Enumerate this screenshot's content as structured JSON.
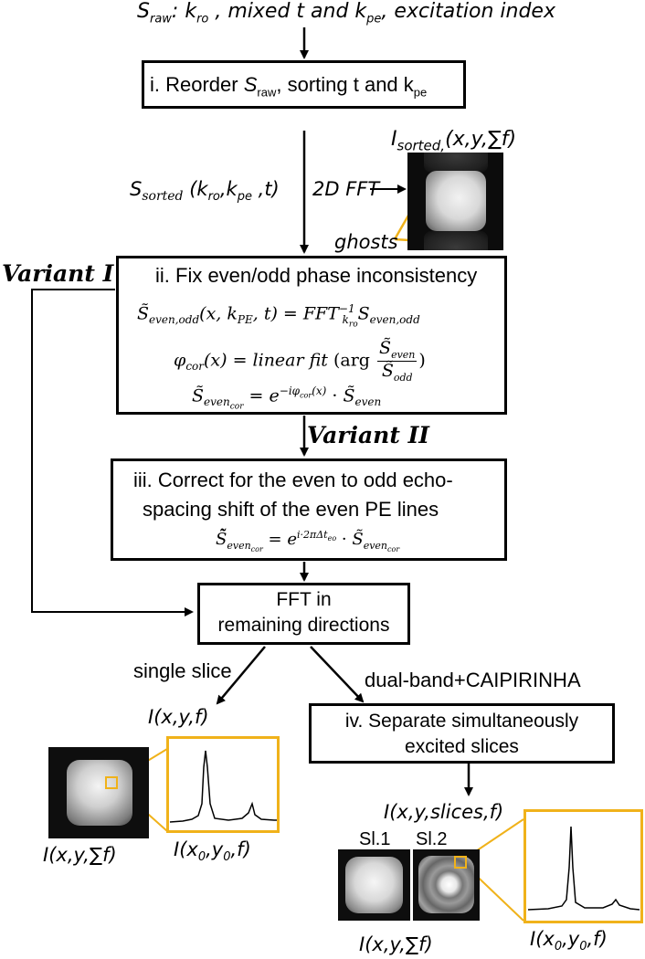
{
  "header": {
    "s_raw": "S",
    "s_raw_sub": "raw",
    "s_raw_rest": ":  k",
    "kro_sub": "ro",
    "mid": " , mixed t and k",
    "kpe_sub": "pe",
    "tail": ", excitation index"
  },
  "step1": {
    "prefix": "i. Reorder ",
    "s": "S",
    "s_sub": "raw",
    "mid": ", sorting t and k",
    "kpe_sub": "pe"
  },
  "sorted_label": {
    "s": "S",
    "sub": "sorted",
    "args": " (k",
    "kro": "ro",
    "comma": ",k",
    "kpe": "pe",
    "t": " ,t)"
  },
  "fft2d": "2D FFT",
  "isorted": {
    "i": "I",
    "sub": "sorted,",
    "args": "(x,y,∑f)"
  },
  "ghosts": "ghosts",
  "variant1": "Variant I",
  "variant2": "Variant II",
  "step2": {
    "title": "ii. Fix even/odd phase inconsistency",
    "eq1": "S̃even,odd(x, kPE, t) = FFT⁻¹kro Seven,odd",
    "eq2_left": "φcor(x) = linear fit (arg",
    "eq2_num": "S̃even",
    "eq2_den": "S̃odd",
    "eq2_right": ")",
    "eq3": "S̃evencor = e−iφcor(x) · S̃even"
  },
  "step3": {
    "line1": "iii. Correct for the even to odd echo-",
    "line2": "spacing shift of the even PE lines",
    "eq": "S̃̃evencor = ei·2πΔteo · S̃evencor"
  },
  "fft_box": {
    "line1": "FFT in",
    "line2": "remaining directions"
  },
  "single_slice": "single slice",
  "dual_band": "dual-band+CAIPIRINHA",
  "ixyf": "I(x,y,f)",
  "step4": {
    "line1": "iv. Separate simultaneously",
    "line2": "excited slices"
  },
  "ixy_slices": "I(x,y,slices,f)",
  "left_sum": "I(x,y,∑f)",
  "left_x0": "I(x",
  "left_x0_rest": ",y",
  "left_x0_end": ",f)",
  "sub0": "0",
  "sl1": "Sl.1",
  "sl2": "Sl.2",
  "right_sum": "I(x,y,∑f)",
  "colors": {
    "accent": "#f0b21a",
    "line": "#000000"
  }
}
